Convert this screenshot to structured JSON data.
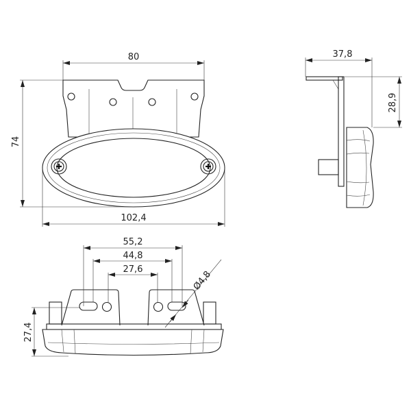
{
  "dimensions": {
    "front_bracket_width": "80",
    "front_height": "74",
    "front_total_width": "102,4",
    "side_depth": "37,8",
    "side_offset": "28,9",
    "bottom_slot_outer": "55,2",
    "bottom_slot_inner": "44,8",
    "bottom_hole_spacing": "27,6",
    "hole_diameter": "Ø4,8",
    "bottom_height": "27,4"
  }
}
